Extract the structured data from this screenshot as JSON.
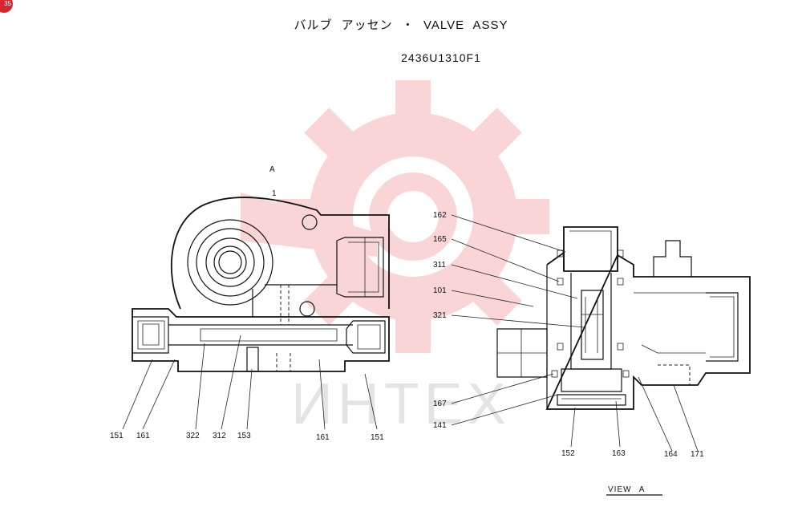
{
  "header": {
    "title": "バルブ アッセン ・ VALVE ASSY",
    "part_number": "2436U1310F1"
  },
  "badge": {
    "text": "35"
  },
  "watermark": {
    "text": "ИНТЕХ",
    "color": "#f4a3a3"
  },
  "view_marker": {
    "letter": "A",
    "digit": "1"
  },
  "view_caption": "VIEW A",
  "left_labels": {
    "l151a": "151",
    "l161a": "161",
    "l322": "322",
    "l312": "312",
    "l153": "153",
    "l161b": "161",
    "l151b": "151"
  },
  "right_labels": {
    "l162": "162",
    "l165": "165",
    "l311": "311",
    "l101": "101",
    "l321": "321",
    "l167": "167",
    "l141": "141",
    "l152": "152",
    "l163": "163",
    "l164": "164",
    "l171": "171"
  }
}
